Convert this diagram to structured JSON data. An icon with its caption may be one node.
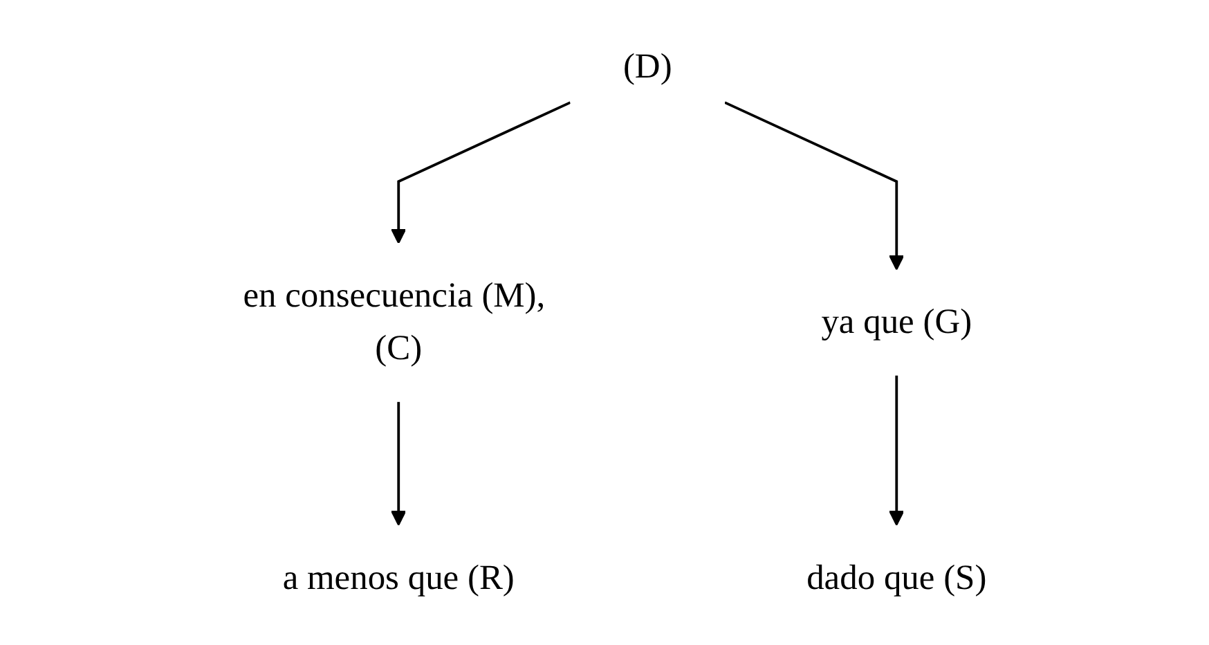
{
  "diagram": {
    "nodes": [
      {
        "text": [
          "(D)"
        ]
      },
      {
        "text": [
          "en consecuencia (M), (C)"
        ]
      },
      {
        "text": [
          "ya que (G)"
        ]
      },
      {
        "text": [
          "a menos que (R)"
        ]
      },
      {
        "text": [
          "dado que (S)"
        ]
      }
    ],
    "edges": [
      {
        "from": 0,
        "to": 1,
        "arrow": "to"
      },
      {
        "from": 0,
        "to": 2,
        "arrow": "to"
      },
      {
        "from": 1,
        "to": 3,
        "arrow": "to"
      },
      {
        "from": 2,
        "to": 4,
        "arrow": "to"
      }
    ]
  }
}
